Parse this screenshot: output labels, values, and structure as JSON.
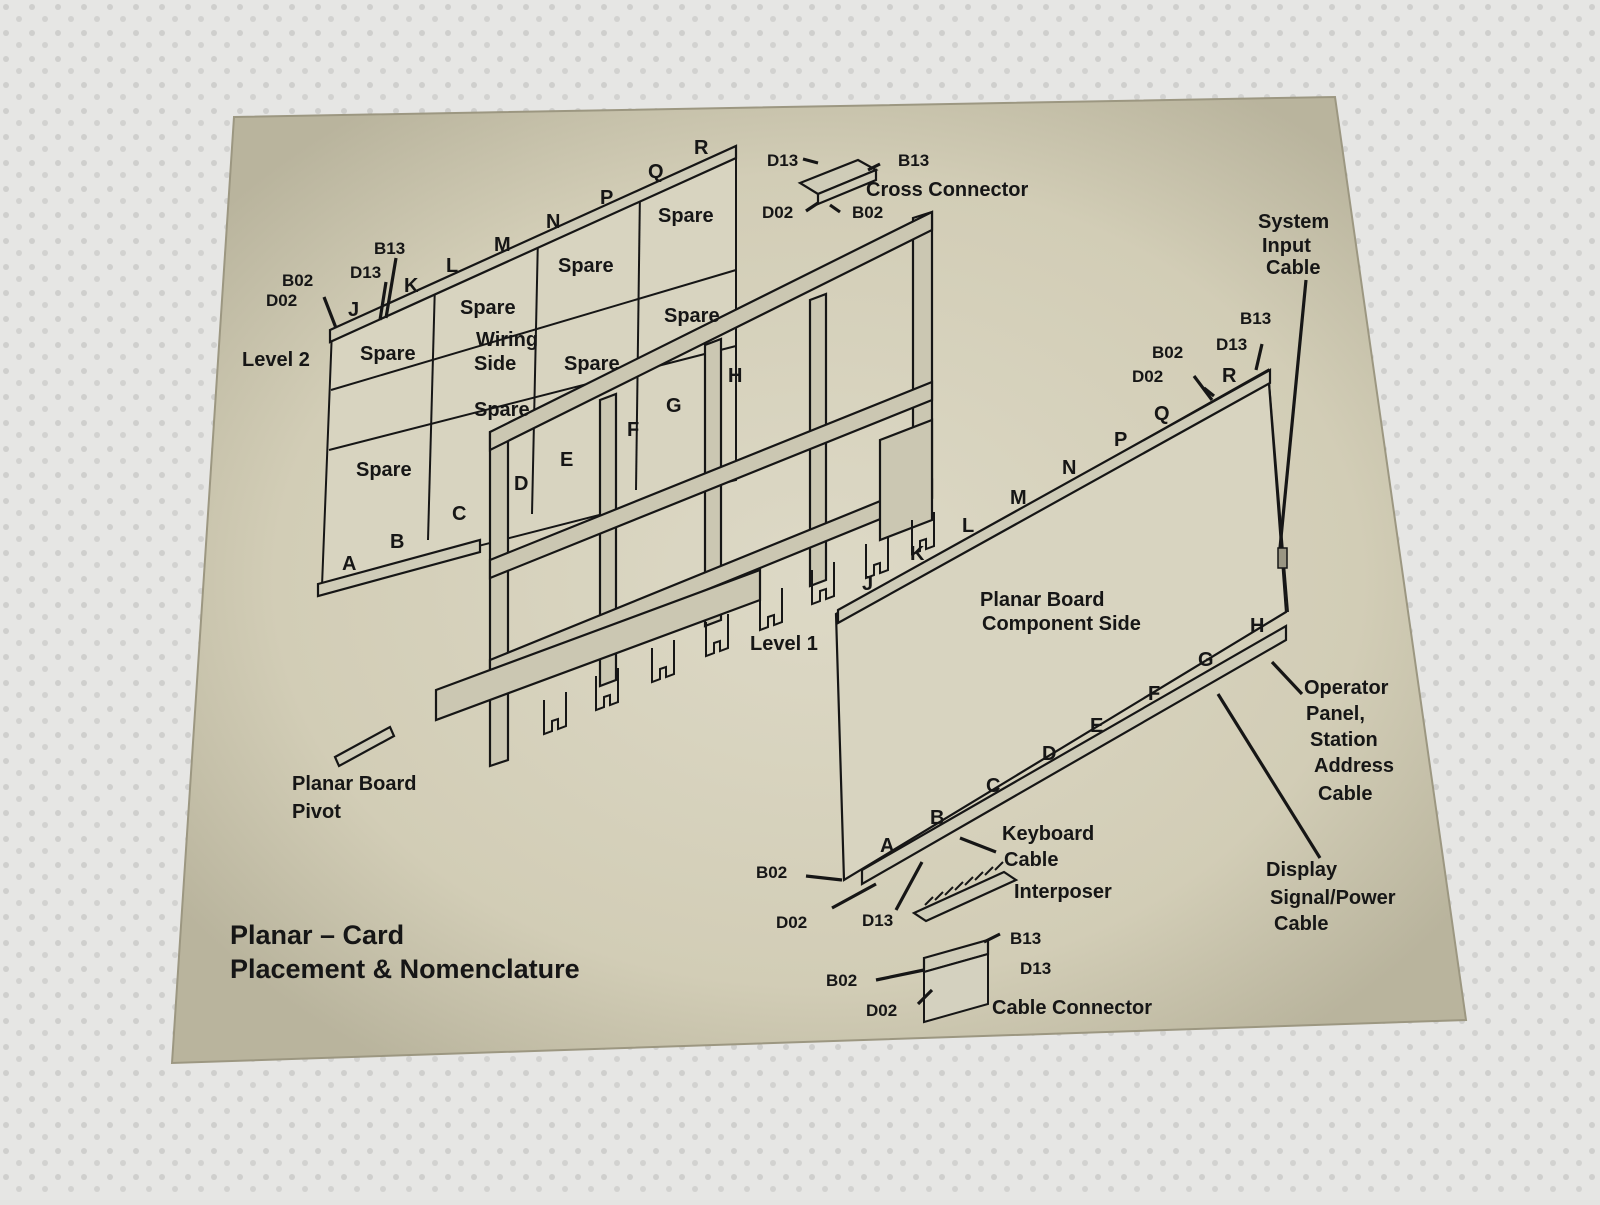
{
  "title": {
    "line1": "Planar – Card",
    "line2": "Placement & Nomenclature"
  },
  "labels": {
    "level2": "Level 2",
    "level1": "Level 1",
    "wiring_side_1": "Wiring",
    "wiring_side_2": "Side",
    "spare": "Spare",
    "component_side_1": "Planar Board",
    "component_side_2": "Component Side",
    "pivot_1": "Planar Board",
    "pivot_2": "Pivot",
    "cross_connector": "Cross Connector",
    "system_input_1": "System",
    "system_input_2": "Input",
    "system_input_3": "Cable",
    "operator_1": "Operator",
    "operator_2": "Panel,",
    "operator_3": "Station",
    "operator_4": "Address",
    "operator_5": "Cable",
    "display_1": "Display",
    "display_2": "Signal/Power",
    "display_3": "Cable",
    "keyboard_1": "Keyboard",
    "keyboard_2": "Cable",
    "interposer": "Interposer",
    "cable_connector": "Cable Connector"
  },
  "pins": {
    "b02": "B02",
    "b13": "B13",
    "d02": "D02",
    "d13": "D13"
  },
  "slots": [
    "A",
    "B",
    "C",
    "D",
    "E",
    "F",
    "G",
    "H",
    "J",
    "K",
    "L",
    "M",
    "N",
    "P",
    "Q",
    "R"
  ]
}
